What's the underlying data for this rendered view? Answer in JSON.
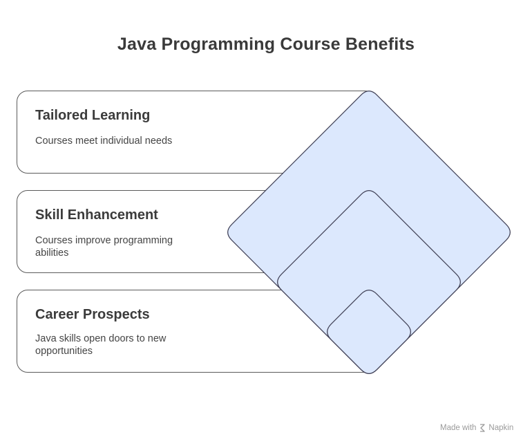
{
  "title": "Java Programming Course Benefits",
  "items": [
    {
      "heading": "Tailored Learning",
      "description": "Courses meet individual needs"
    },
    {
      "heading": "Skill Enhancement",
      "description": "Courses improve programming abilities"
    },
    {
      "heading": "Career Prospects",
      "description": "Java skills open doors to new opportunities"
    }
  ],
  "watermark": {
    "prefix": "Made with",
    "brand": "Napkin"
  },
  "colors": {
    "diamond_fill": "#dce8fd",
    "diamond_stroke": "#3f3f55",
    "card_border": "#5a5a5a"
  }
}
